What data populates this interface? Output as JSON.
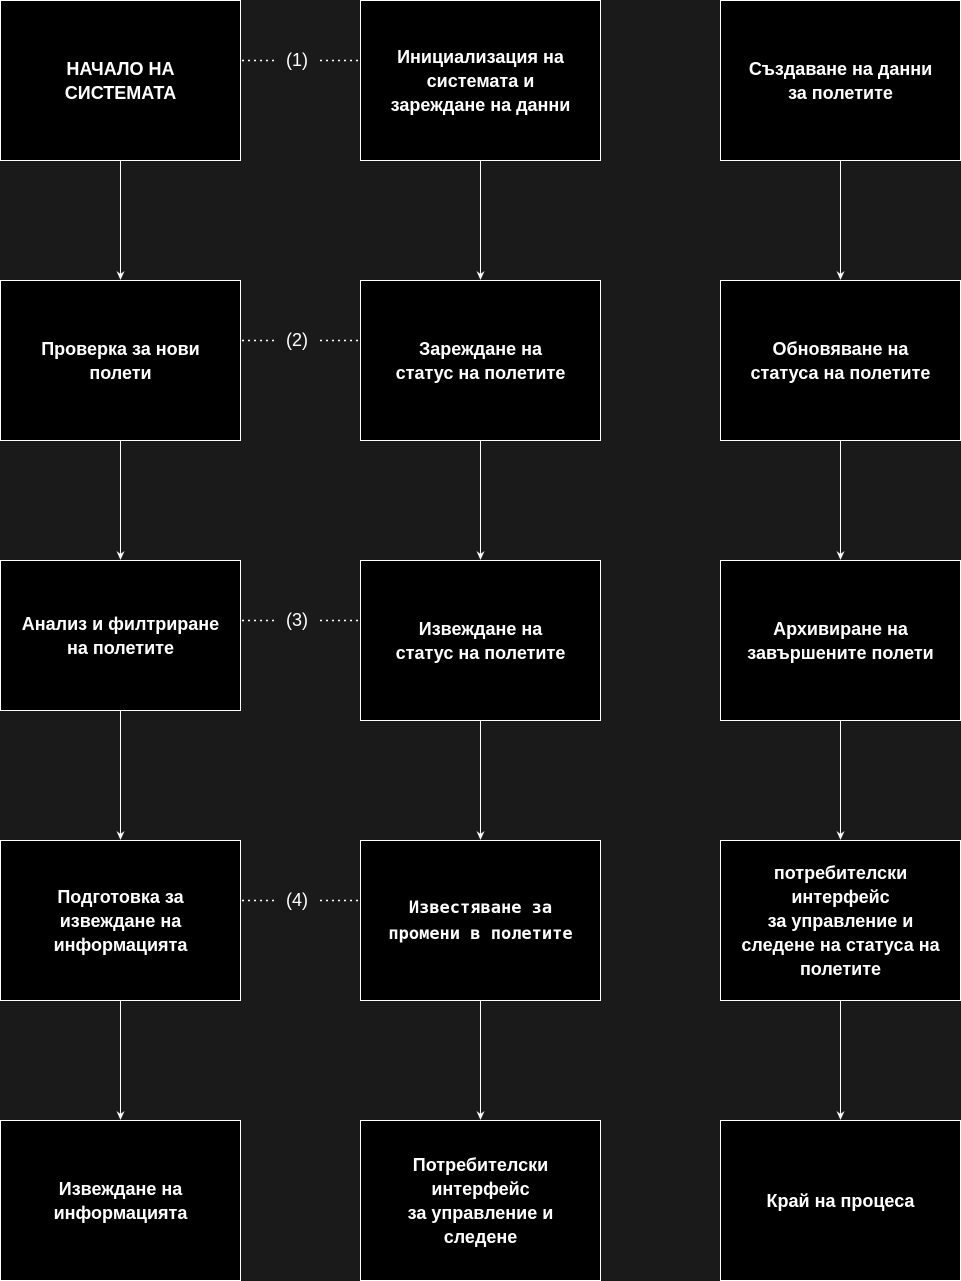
{
  "nodes": {
    "start": "НАЧАЛО НА\nСИСТЕМАТА",
    "init": "Инициализация на\nсистемата и\nзареждане на данни",
    "create_data": "Създаване на данни\nза полетите",
    "check_new": "Проверка за нови\nполети",
    "load_status": "Зареждане на\nстатус на полетите",
    "update_status": "Обновяване на\nстатуса на полетите",
    "analyze": "Анализ и филтриране\nна полетите",
    "display_status": "Извеждане на\nстатус на полетите",
    "archive": "Архивиране на\nзавършените полети",
    "prepare": "Подготовка за\nизвеждане на\nинформацията",
    "notify": "Известяване за\nпромени в полетите",
    "ui_tracking": "потребителски\nинтерфейс\nза управление и\nследене на статуса на\nполетите",
    "output_info": "Извеждане на\nинформацията",
    "ui": "Потребителски\nинтерфейс\nза управление и\nследене",
    "end": "Край на процеса"
  },
  "links": {
    "link1": "(1)",
    "link2": "(2)",
    "link3": "(3)",
    "link4": "(4)"
  },
  "colors": {
    "background": "#1a1a1a",
    "node_fill": "#000000",
    "stroke": "#ffffff"
  }
}
